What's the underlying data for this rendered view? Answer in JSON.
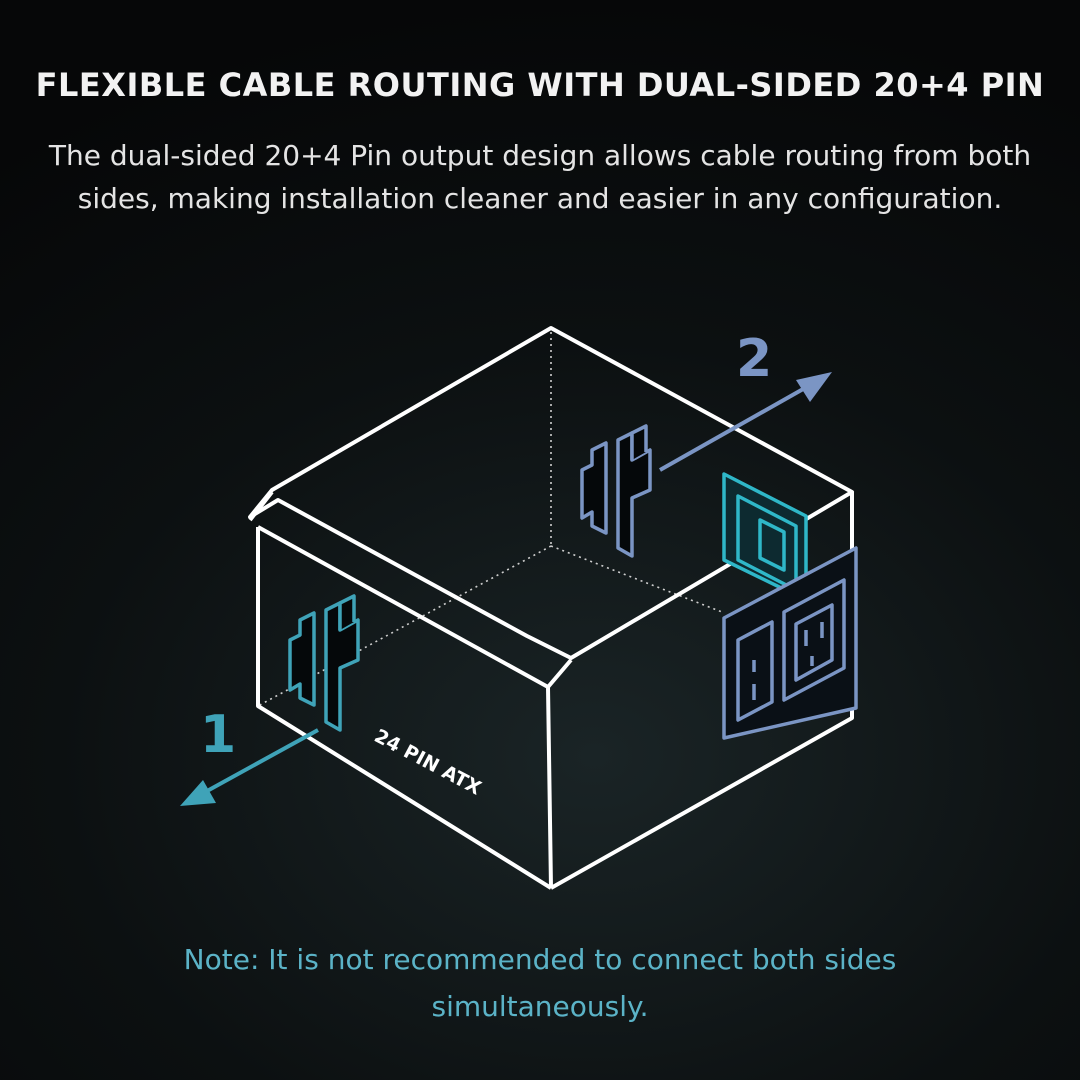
{
  "heading": {
    "title": "FLEXIBLE CABLE ROUTING WITH DUAL-SIDED 20+4 PIN",
    "description": "The dual-sided 20+4 Pin output design allows cable routing from both sides, making installation cleaner and easier in any configuration."
  },
  "diagram": {
    "connector_label": "24 PIN ATX",
    "route_1_label": "1",
    "route_2_label": "2",
    "colors": {
      "outline": "#ffffff",
      "route_1": "#3fa3b8",
      "route_2": "#7b95c4",
      "socket_panel_accent": "#2fb7c8"
    },
    "icons": [
      "connector-20-4-pin-icon",
      "ac-inlet-icon",
      "power-switch-icon"
    ]
  },
  "footer": {
    "note": "Note: It is not recommended to connect both sides simultaneously."
  }
}
